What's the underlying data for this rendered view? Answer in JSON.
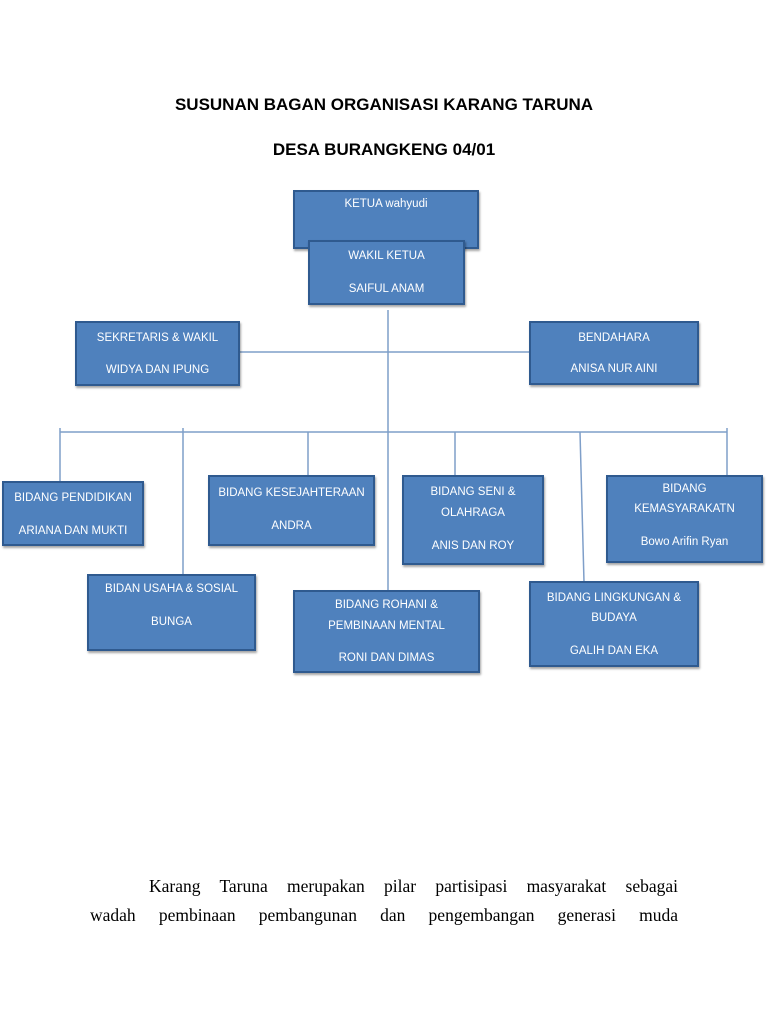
{
  "document": {
    "title_line1": "SUSUNAN BAGAN ORGANISASI KARANG TARUNA",
    "title_line2": "DESA BURANGKENG  04/01"
  },
  "org_chart": {
    "ketua": {
      "line1": "KETUA wahyudi"
    },
    "wakil_ketua": {
      "line1": "WAKIL KETUA",
      "line2": "SAIFUL ANAM"
    },
    "sekretaris": {
      "line1": "SEKRETARIS & WAKIL",
      "line2": "WIDYA DAN IPUNG"
    },
    "bendahara": {
      "line1": "BENDAHARA",
      "line2": "ANISA NUR AINI"
    },
    "bidang_pendidikan": {
      "line1": "BIDANG PENDIDIKAN",
      "line2": "ARIANA DAN MUKTI"
    },
    "bidang_kesejahteraan": {
      "line1": "BIDANG KESEJAHTERAAN",
      "line2": "ANDRA"
    },
    "bidang_seni": {
      "line1": "BIDANG SENI &",
      "line2": "OLAHRAGA",
      "line3": "ANIS DAN ROY"
    },
    "bidang_kemasyarakatan": {
      "line1": "BIDANG",
      "line2": "KEMASYARAKATN",
      "line3": "Bowo Arifin Ryan"
    },
    "bidan_usaha": {
      "line1": "BIDAN USAHA & SOSIAL",
      "line2": "BUNGA"
    },
    "bidang_rohani": {
      "line1": "BIDANG ROHANI &",
      "line2": "PEMBINAAN MENTAL",
      "line3": "RONI DAN DIMAS"
    },
    "bidang_lingkungan": {
      "line1": "BIDANG LINGKUNGAN &",
      "line2": "BUDAYA",
      "line3": "GALIH DAN EKA"
    }
  },
  "paragraph": {
    "line1": "Karang Taruna merupakan pilar partisipasi masyarakat sebagai",
    "line2": "wadah pembinaan pembangunan dan pengembangan generasi muda"
  },
  "colors": {
    "box_fill": "#4f81bd",
    "box_border": "#2f5a8f",
    "connector": "#7f9fc9"
  }
}
